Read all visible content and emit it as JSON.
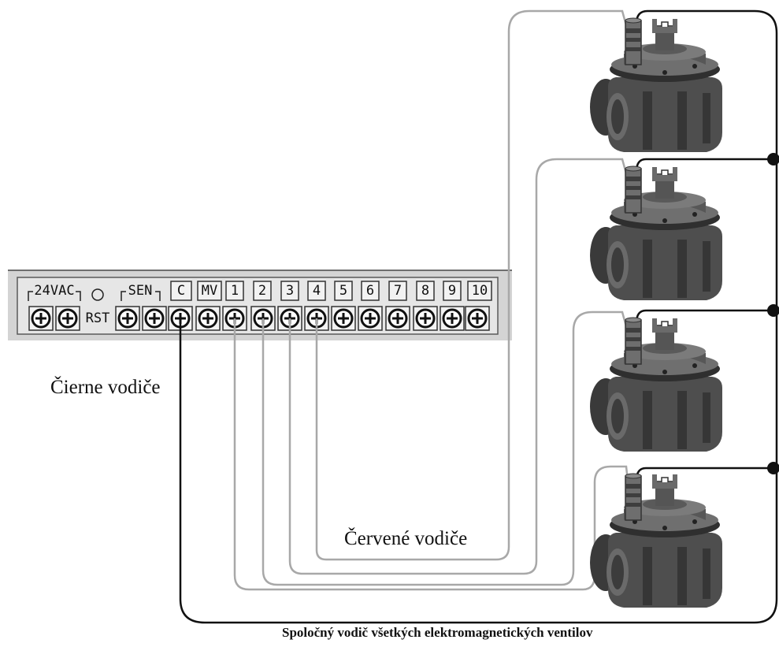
{
  "terminal_strip": {
    "labels": [
      "24VAC",
      "RST",
      "SEN",
      "C",
      "MV",
      "1",
      "2",
      "3",
      "4",
      "5",
      "6",
      "7",
      "8",
      "9",
      "10"
    ]
  },
  "captions": {
    "black_wires": "Čierne vodiče",
    "red_wires": "Červené vodiče",
    "common_wire": "Spoločný vodič všetkých elektromagnetických ventilov"
  },
  "colors": {
    "strip_background": "#d4d4d4",
    "strip_border": "#6e6e6e",
    "terminal_fill": "#f2f2f2",
    "black_wire": "#111111",
    "station_wire": "#a8a8a8",
    "valve_body": "#4e4e4e",
    "valve_dark": "#2f2f2f",
    "valve_light": "#7b7b7b"
  },
  "icons": {
    "terminal": "screw-terminal-icon",
    "reset": "reset-button-icon",
    "valve": "solenoid-valve-icon"
  }
}
